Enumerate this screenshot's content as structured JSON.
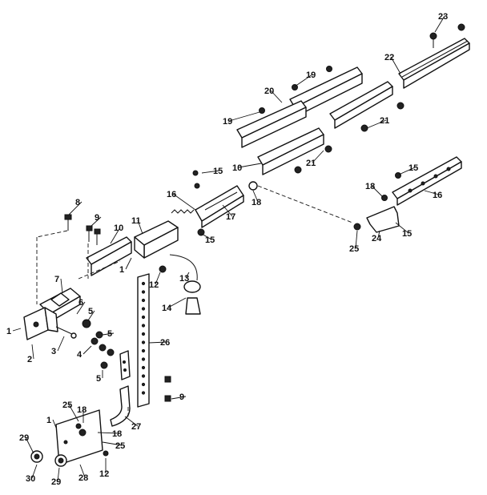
{
  "callouts": [
    {
      "id": "c23",
      "text": "23"
    },
    {
      "id": "c22",
      "text": "22"
    },
    {
      "id": "c19a",
      "text": "19"
    },
    {
      "id": "c20",
      "text": "20"
    },
    {
      "id": "c19b",
      "text": "19"
    },
    {
      "id": "c21a",
      "text": "21"
    },
    {
      "id": "c21b",
      "text": "21"
    },
    {
      "id": "c10a",
      "text": "10"
    },
    {
      "id": "c15a",
      "text": "15"
    },
    {
      "id": "c16a",
      "text": "16"
    },
    {
      "id": "c18a",
      "text": "18"
    },
    {
      "id": "c17",
      "text": "17"
    },
    {
      "id": "c15b",
      "text": "15"
    },
    {
      "id": "c15c",
      "text": "15"
    },
    {
      "id": "c18b",
      "text": "18"
    },
    {
      "id": "c16b",
      "text": "16"
    },
    {
      "id": "c24",
      "text": "24"
    },
    {
      "id": "c15d",
      "text": "15"
    },
    {
      "id": "c25a",
      "text": "25"
    },
    {
      "id": "c8",
      "text": "8"
    },
    {
      "id": "c9a",
      "text": "9"
    },
    {
      "id": "c10b",
      "text": "10"
    },
    {
      "id": "c11",
      "text": "11"
    },
    {
      "id": "c1a",
      "text": "1"
    },
    {
      "id": "c12a",
      "text": "12"
    },
    {
      "id": "c13",
      "text": "13"
    },
    {
      "id": "c7",
      "text": "7"
    },
    {
      "id": "c14",
      "text": "14"
    },
    {
      "id": "c6",
      "text": "6"
    },
    {
      "id": "c5a",
      "text": "5"
    },
    {
      "id": "c1b",
      "text": "1"
    },
    {
      "id": "c5b",
      "text": "5"
    },
    {
      "id": "c26",
      "text": "26"
    },
    {
      "id": "c3",
      "text": "3"
    },
    {
      "id": "c4",
      "text": "4"
    },
    {
      "id": "c2",
      "text": "2"
    },
    {
      "id": "c5c",
      "text": "5"
    },
    {
      "id": "c9b",
      "text": "9"
    },
    {
      "id": "c27",
      "text": "27"
    },
    {
      "id": "c25b",
      "text": "25"
    },
    {
      "id": "c18c",
      "text": "18"
    },
    {
      "id": "c1c",
      "text": "1"
    },
    {
      "id": "c18d",
      "text": "18"
    },
    {
      "id": "c29a",
      "text": "29"
    },
    {
      "id": "c25c",
      "text": "25"
    },
    {
      "id": "c12b",
      "text": "12"
    },
    {
      "id": "c30",
      "text": "30"
    },
    {
      "id": "c29b",
      "text": "29"
    },
    {
      "id": "c28",
      "text": "28"
    }
  ]
}
